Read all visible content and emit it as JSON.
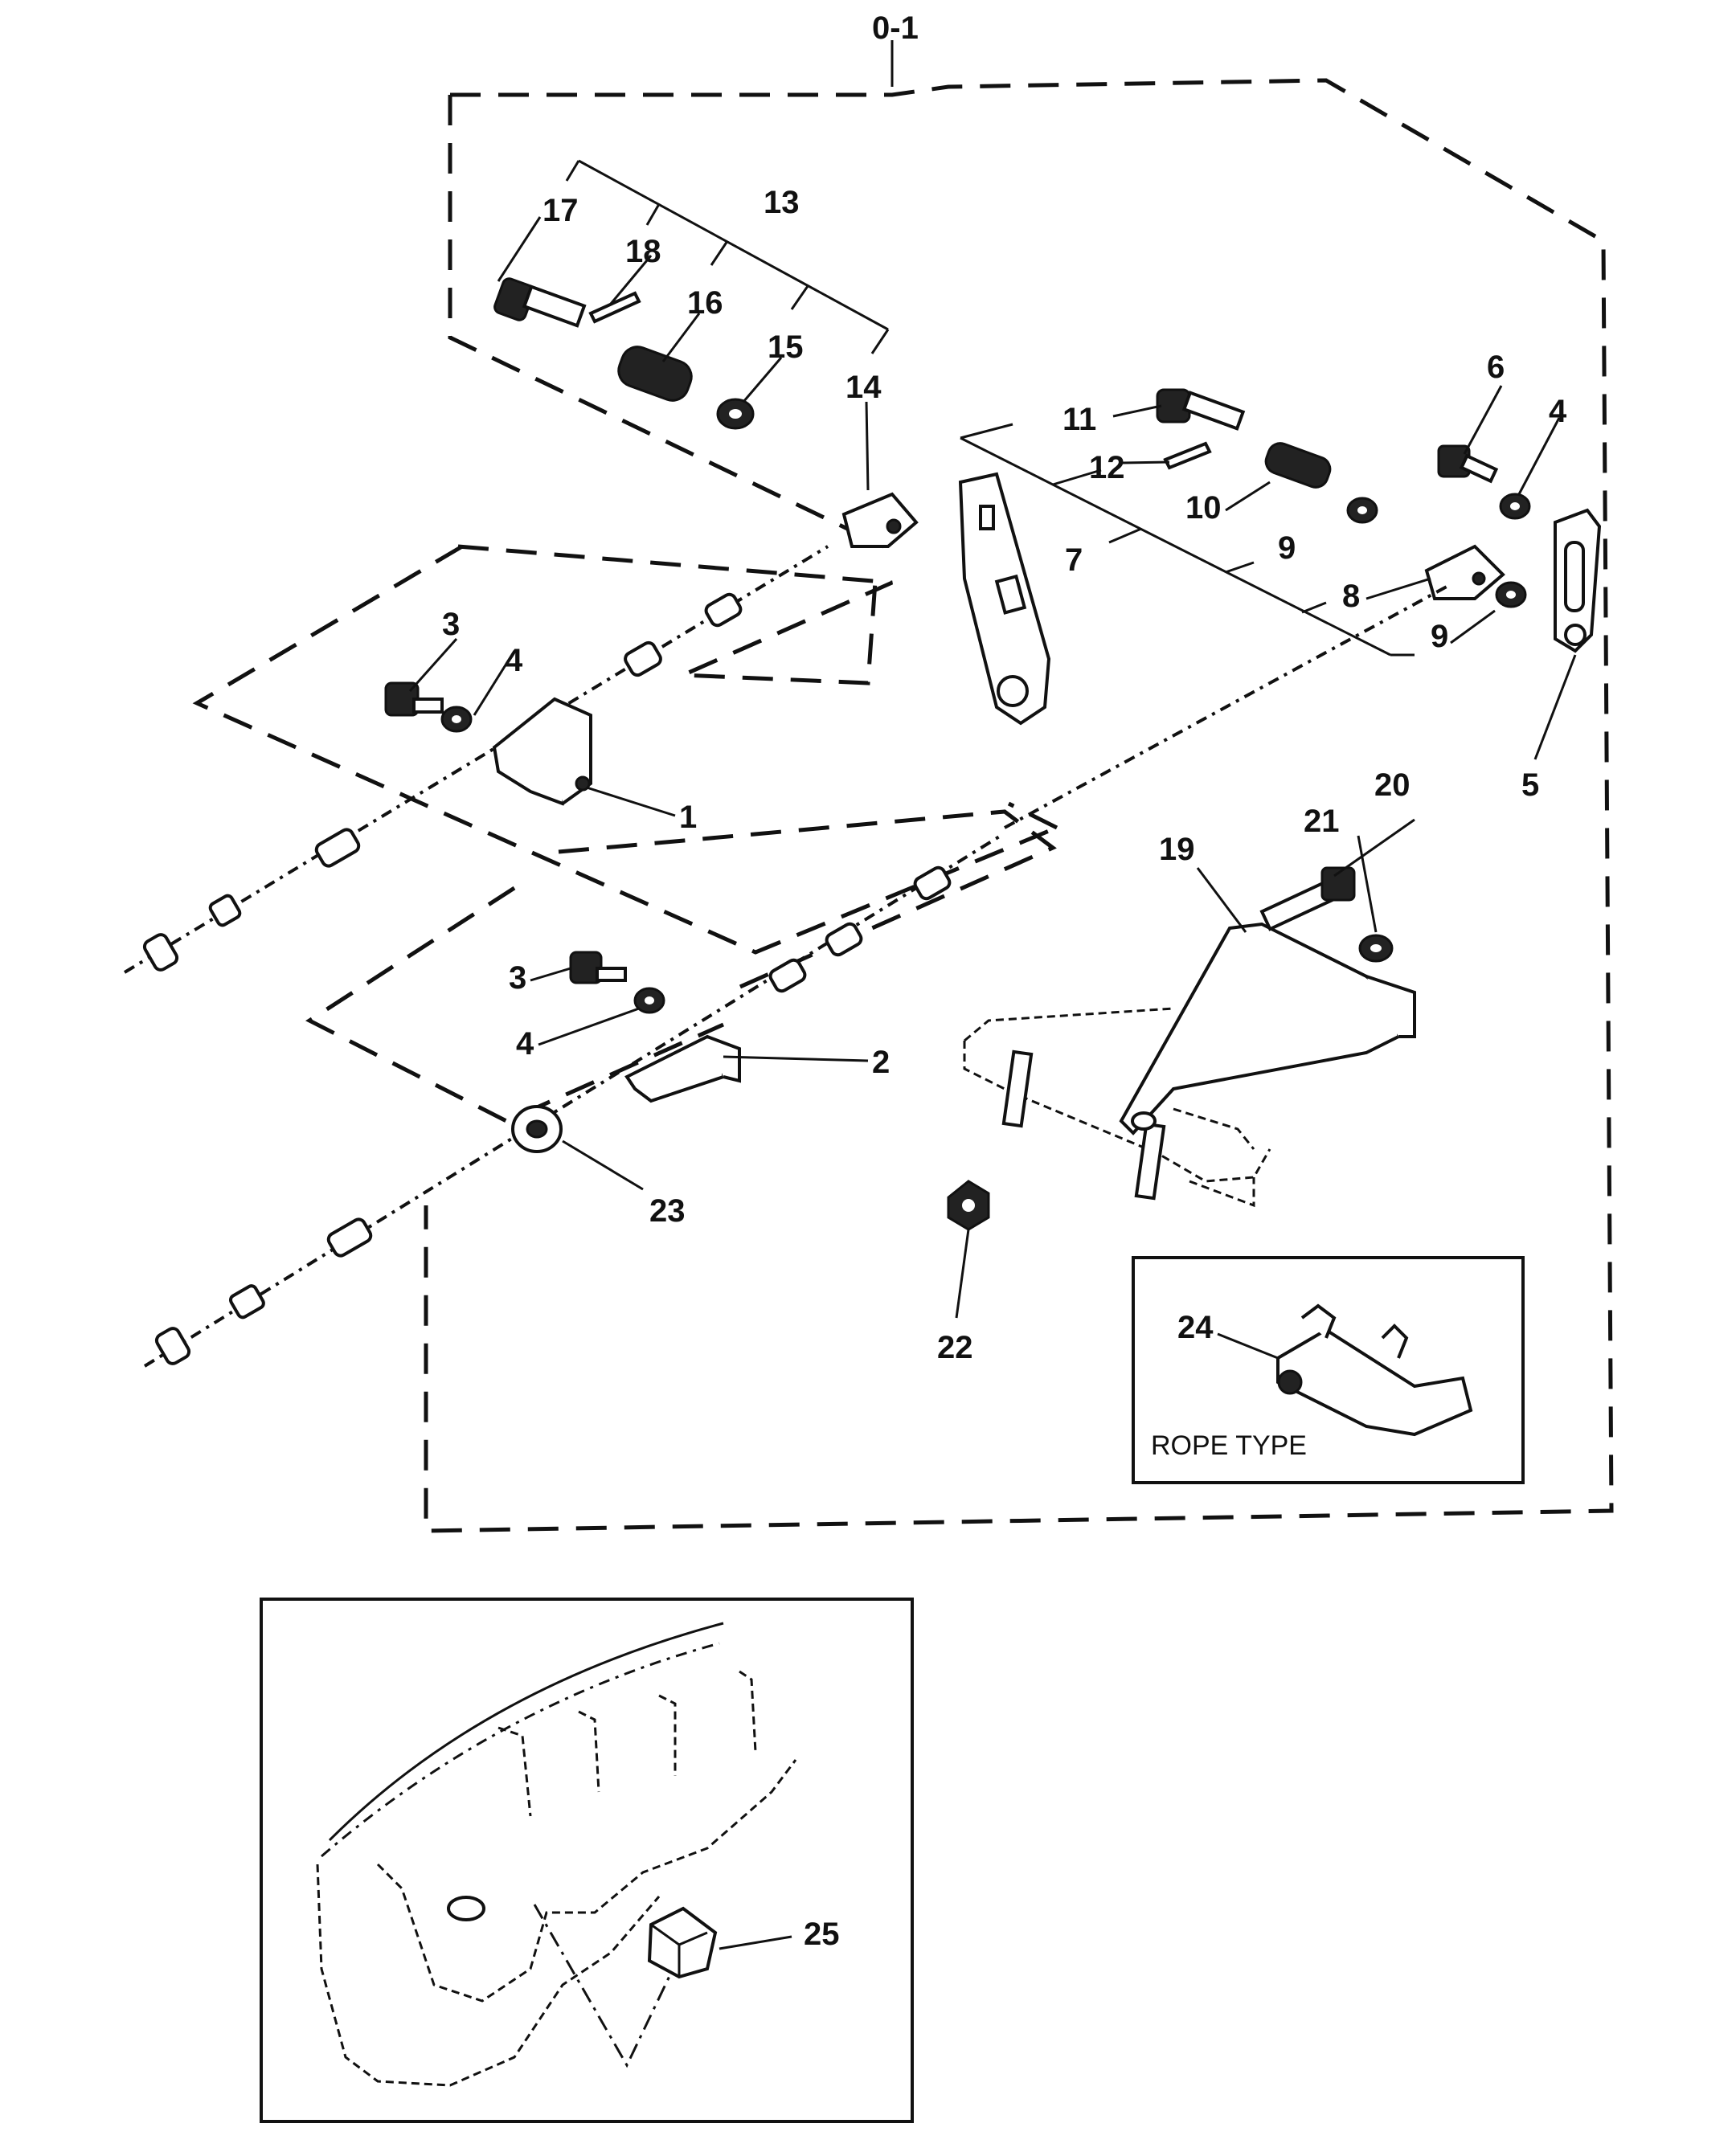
{
  "assembly_label": "0-1",
  "inset_rope_caption": "ROPE TYPE",
  "callouts": {
    "p1": "1",
    "p2": "2",
    "p3a": "3",
    "p3b": "3",
    "p4a": "4",
    "p4b": "4",
    "p4c": "4",
    "p5": "5",
    "p6": "6",
    "p7": "7",
    "p8": "8",
    "p9a": "9",
    "p9b": "9",
    "p10": "10",
    "p11": "11",
    "p12": "12",
    "p13": "13",
    "p14": "14",
    "p15": "15",
    "p16": "16",
    "p17": "17",
    "p18": "18",
    "p19": "19",
    "p20": "20",
    "p21": "21",
    "p22": "22",
    "p23": "23",
    "p24": "24",
    "p25": "25"
  }
}
